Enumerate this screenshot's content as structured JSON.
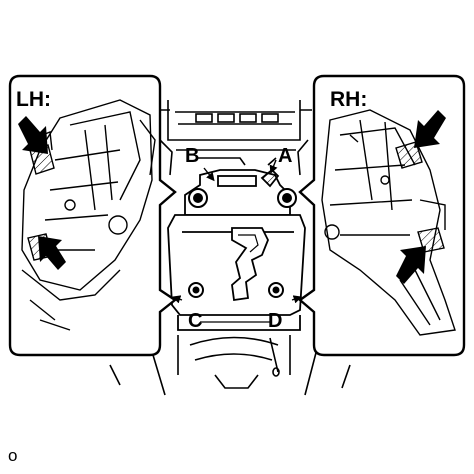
{
  "panels": {
    "left_label": "LH:",
    "right_label": "RH:"
  },
  "center": {
    "labels": {
      "a": "A",
      "b": "B",
      "c": "C",
      "d": "D"
    }
  },
  "figure_code": "o"
}
